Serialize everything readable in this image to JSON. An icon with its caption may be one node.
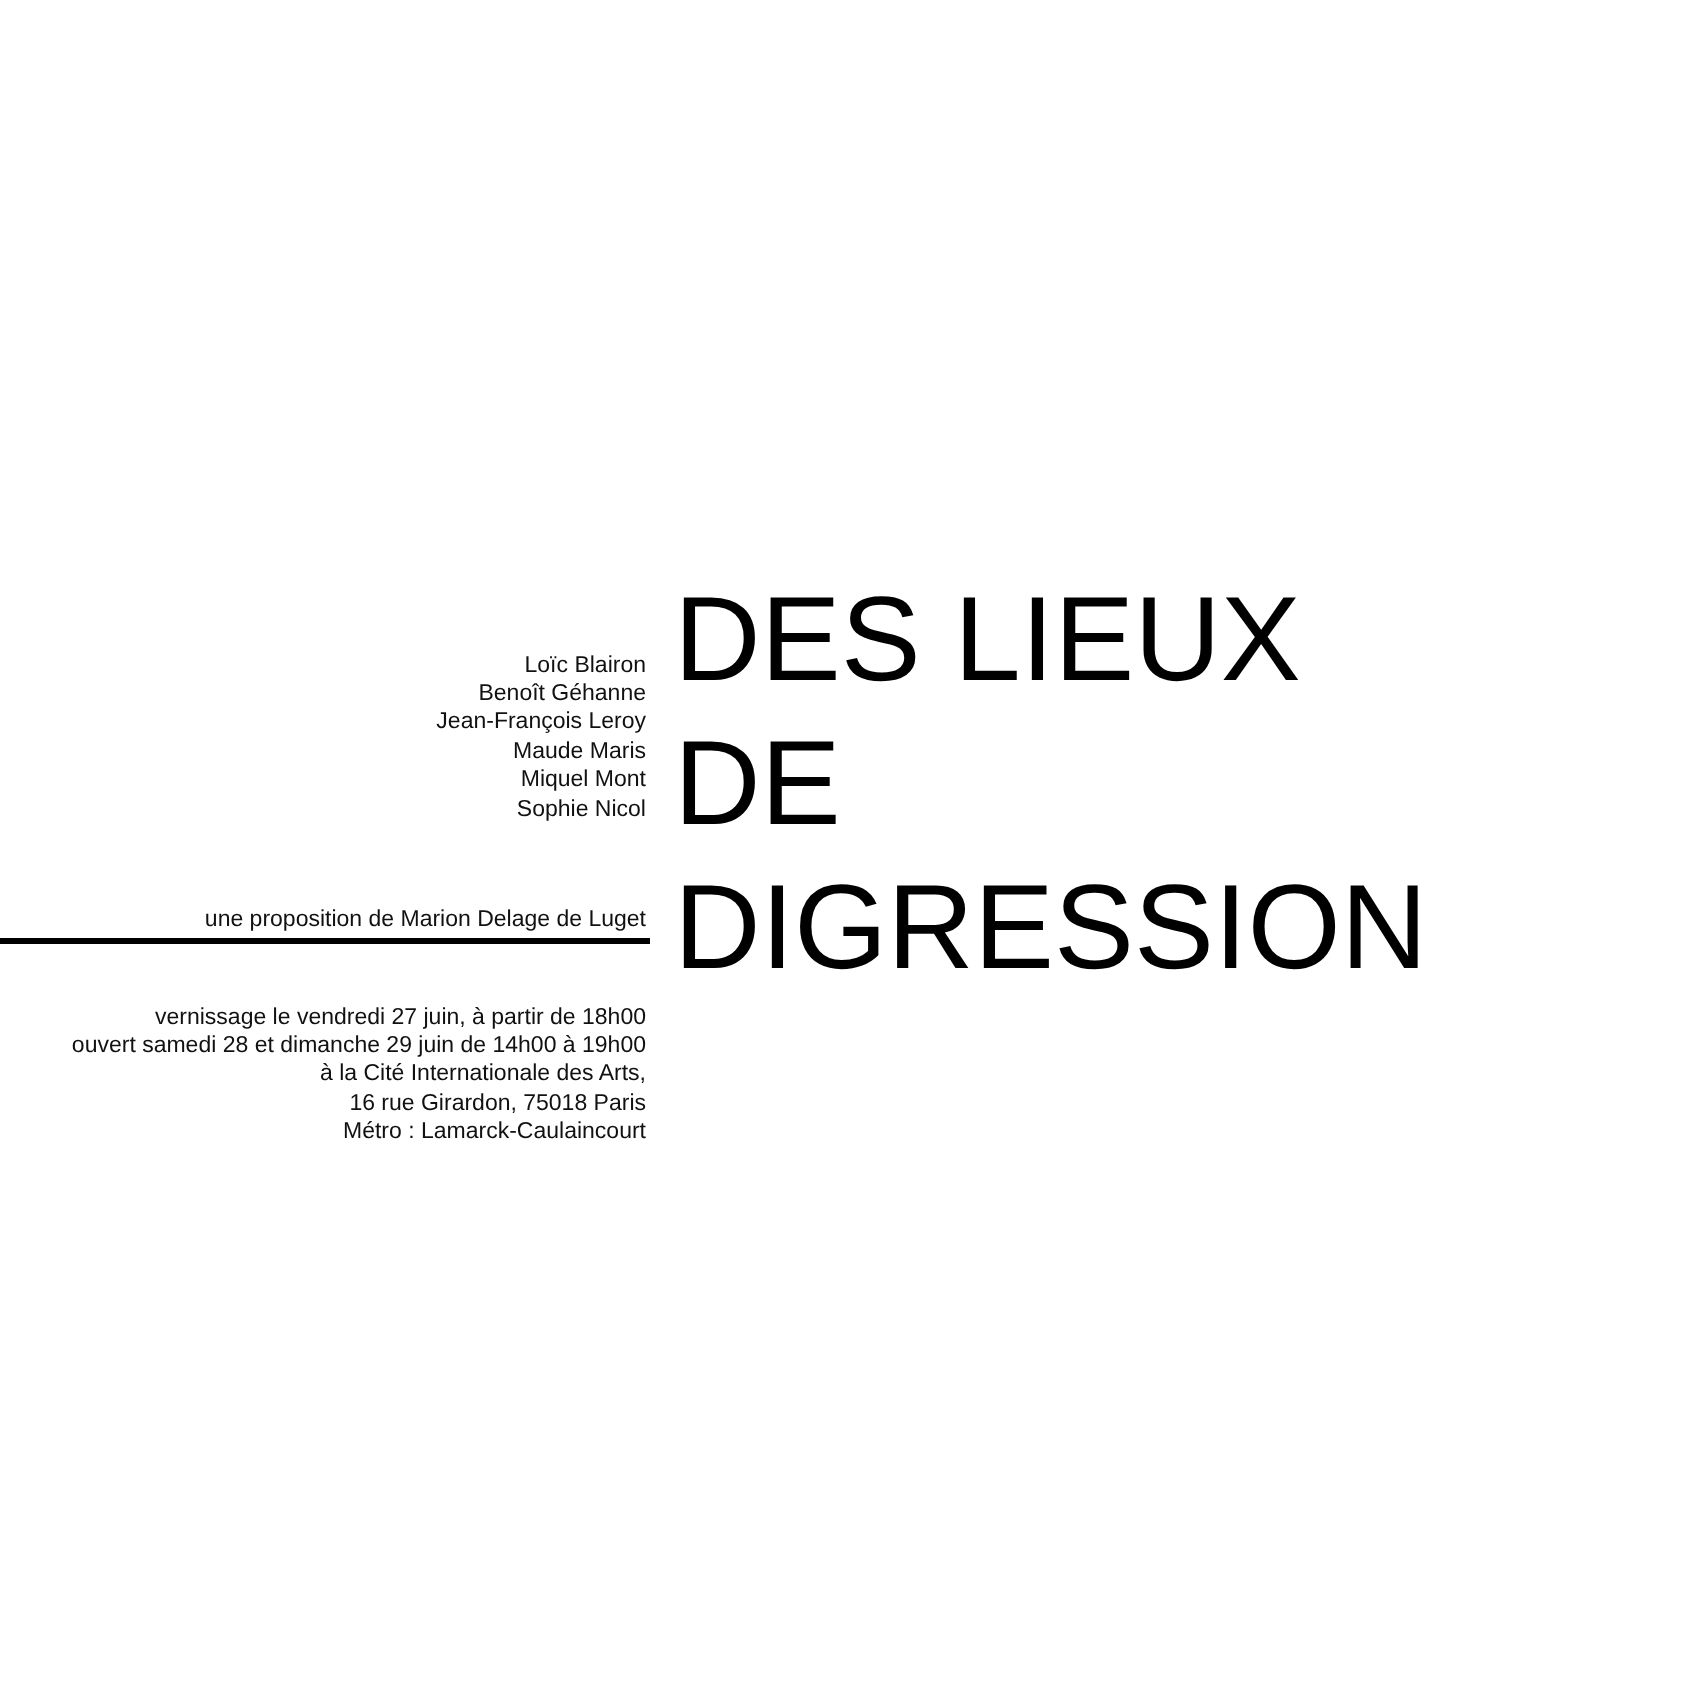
{
  "diagram": {
    "title": "DES LIEUX DE DIGRESSION",
    "labels": [
      "Loïc Blairon",
      "Benoît Géhanne",
      "Jean-François Leroy",
      "Maude Maris",
      "Miquel Mont",
      "Sophie Nicol",
      "une proposition de Marion Delage de Luget",
      "vernissage le vendredi 27 juin, à partir de 18h00",
      "ouvert samedi 28 et dimanche 29 juin de 14h00 à 19h00",
      "à la Cité Internationale des Arts,",
      "16 rue Girardon, 75018 Paris",
      "Métro : Lamarck-Caulaincourt"
    ]
  }
}
